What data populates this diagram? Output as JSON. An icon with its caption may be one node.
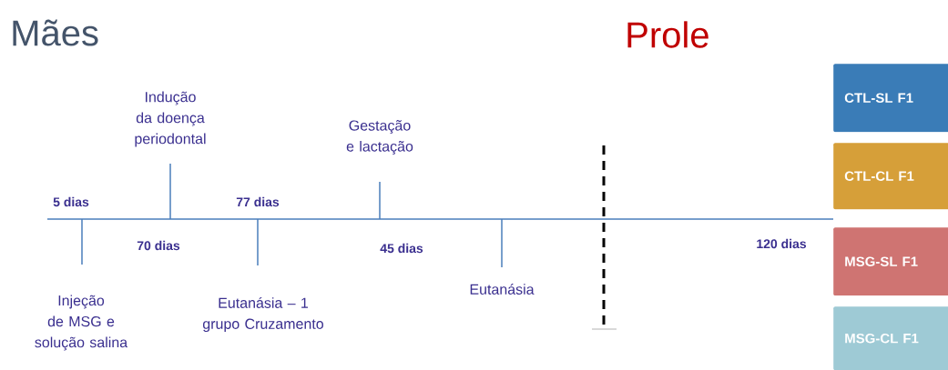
{
  "diagram": {
    "nodes": [
      {
        "text": [
          "CTL-SL F1"
        ]
      },
      {
        "text": [
          "CTL-CL F1"
        ]
      },
      {
        "text": [
          "MSG-SL  F1"
        ]
      },
      {
        "text": [
          "MSG-CL  F1"
        ]
      }
    ],
    "labels": [
      "Mães",
      "Prole",
      "Indução da doença periodontal",
      "Gestação e lactação",
      "5 dias",
      "77 dias",
      "70 dias",
      "45 dias",
      "120 dias",
      "Injeção de MSG e solução salina",
      "Eutanásia – 1 grupo Cruzamento",
      "Eutanásia"
    ]
  }
}
